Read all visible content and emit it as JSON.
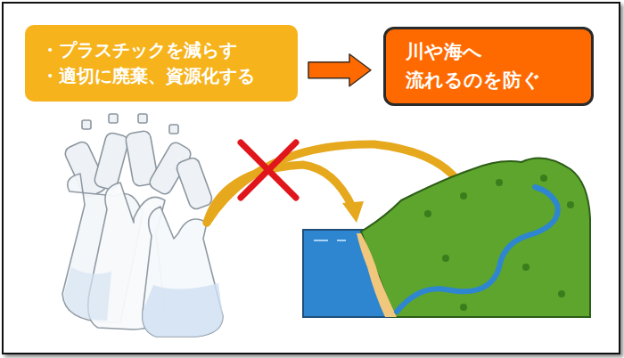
{
  "diagram": {
    "nodes": [
      {
        "text": [
          "・プラスチックを減らす",
          "・適切に廃棄、資源化する"
        ]
      },
      {
        "text": [
          "川や海へ 流れるのを防ぐ"
        ]
      }
    ],
    "edges": [
      {
        "from": 0,
        "to": 1,
        "arrow": "to"
      }
    ]
  }
}
